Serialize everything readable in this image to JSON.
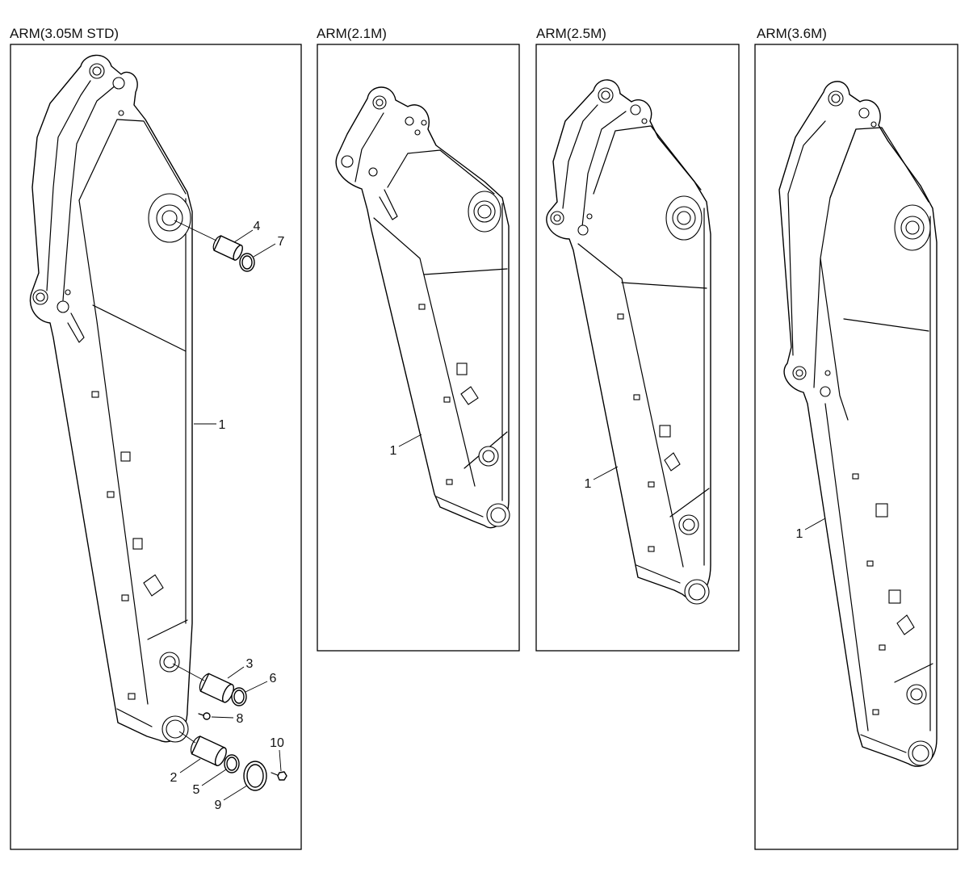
{
  "panels": [
    {
      "title": "ARM(3.05M STD)",
      "callouts": [
        "4",
        "7",
        "1",
        "3",
        "6",
        "8",
        "10",
        "2",
        "5",
        "9"
      ]
    },
    {
      "title": "ARM(2.1M)",
      "callouts": [
        "1"
      ]
    },
    {
      "title": "ARM(2.5M)",
      "callouts": [
        "1"
      ]
    },
    {
      "title": "ARM(3.6M)",
      "callouts": [
        "1"
      ]
    }
  ]
}
